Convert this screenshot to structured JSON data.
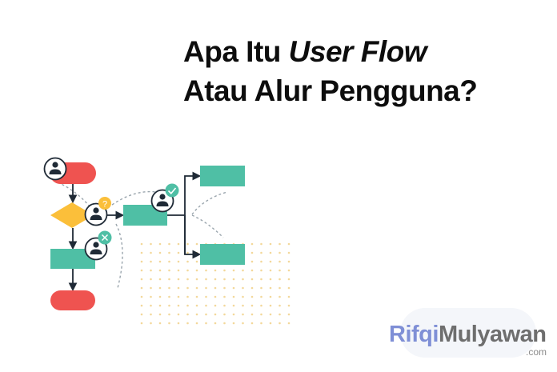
{
  "title": {
    "line1_prefix": "Apa Itu ",
    "line1_emphasis": "User Flow",
    "line2": "Atau Alur Pengguna?"
  },
  "diagram": {
    "description": "User flow illustration: start node, decision diamond, process boxes, branching paths, end node",
    "colors": {
      "terminal": "#ef5350",
      "decision": "#fbbf3a",
      "process": "#4fbfa5",
      "connector": "#1f2a36",
      "dashed": "#9aa5ad",
      "dots": "#f3d89a",
      "badge_question": "#fbbf3a",
      "badge_success": "#4fbfa5",
      "badge_fail": "#4fbfa5"
    },
    "nodes": [
      {
        "id": "start",
        "type": "terminal",
        "label": ""
      },
      {
        "id": "decision",
        "type": "decision",
        "label": ""
      },
      {
        "id": "process-main",
        "type": "process",
        "label": ""
      },
      {
        "id": "process-branch-top",
        "type": "process",
        "label": ""
      },
      {
        "id": "process-branch-bottom",
        "type": "process",
        "label": ""
      },
      {
        "id": "process-fallback",
        "type": "process",
        "label": ""
      },
      {
        "id": "end",
        "type": "terminal",
        "label": ""
      }
    ],
    "badges": {
      "question": "?",
      "check": "✓",
      "cross": "✕"
    }
  },
  "watermark": {
    "part1": "Rifqi",
    "part2": "Mulyawan",
    "tld": ".com"
  }
}
